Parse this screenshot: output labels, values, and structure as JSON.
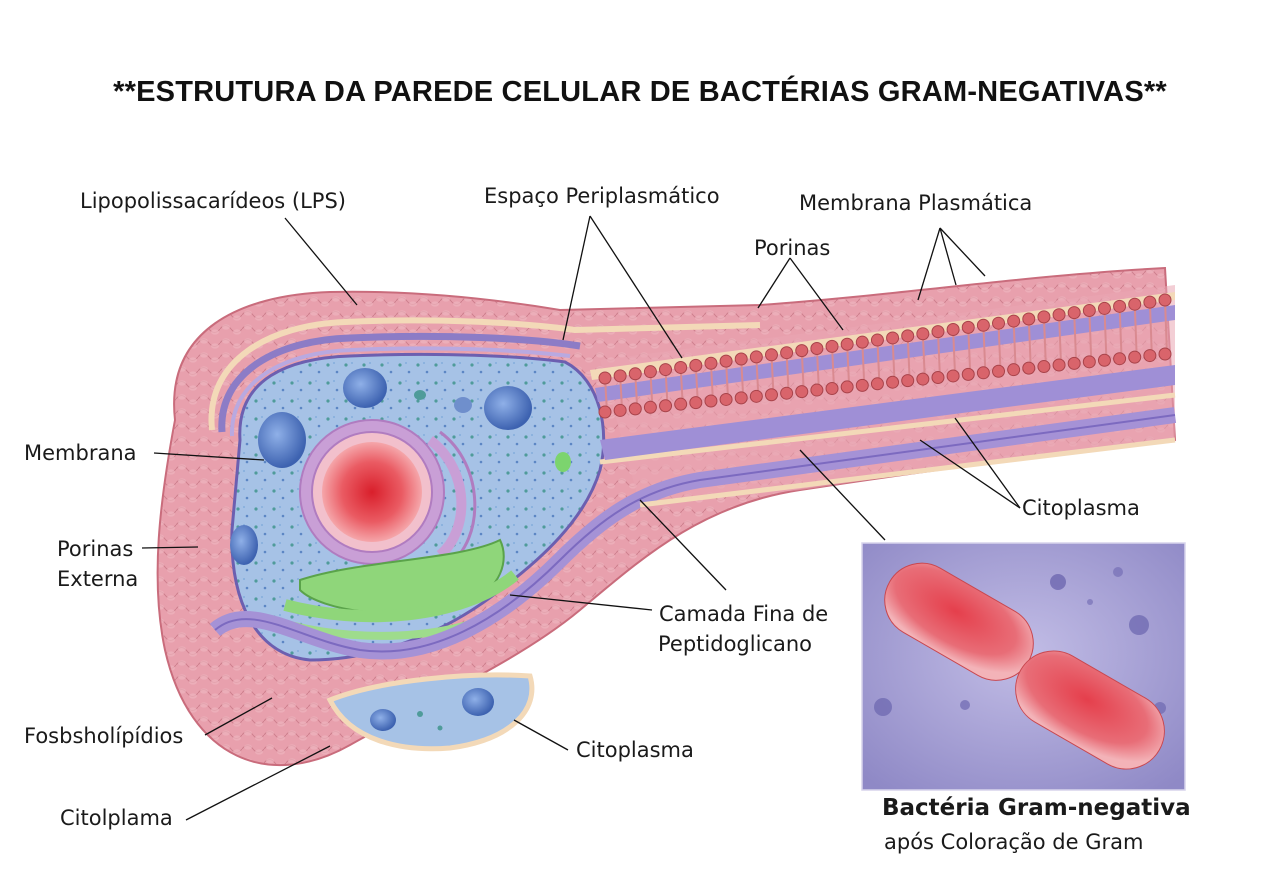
{
  "title": "**ESTRUTURA DA PAREDE CELULAR DE BACTÉRIAS GRAM-NEGATIVAS**",
  "labels": {
    "lps": "Lipopolissacarídeos (LPS)",
    "periplasmic": "Espaço Periplasmático",
    "plasma_membrane": "Membrana Plasmática",
    "porins_top": "Porinas",
    "membrane": "Membrana",
    "porins_outer_1": "Porinas",
    "porins_outer_2": "Externa",
    "cytoplasm_right": "Citoplasma",
    "peptidoglycan_1": "Camada Fina de",
    "peptidoglycan_2": "Peptidoglicano",
    "phospholipids": "Fosbsholípídios",
    "cytoplasm_bottom": "Citoplasma",
    "cytoplasm_typo": "Citolplama"
  },
  "inset": {
    "caption_title": "Bactéria Gram-negativa",
    "caption_sub": "após Coloração de Gram"
  },
  "colors": {
    "outer_wall": "#e59aa8",
    "wall_stroke": "#c9707f",
    "inner_line": "#f3d9b8",
    "membrane_purple": "#8c7cc6",
    "cytoplasm_blue": "#a8c4e6",
    "nucleus_red": "#e0424a",
    "green_organelle": "#8fd67a",
    "phospholipid_head": "#d9646b",
    "inset_bg": "#a9a3d6"
  }
}
